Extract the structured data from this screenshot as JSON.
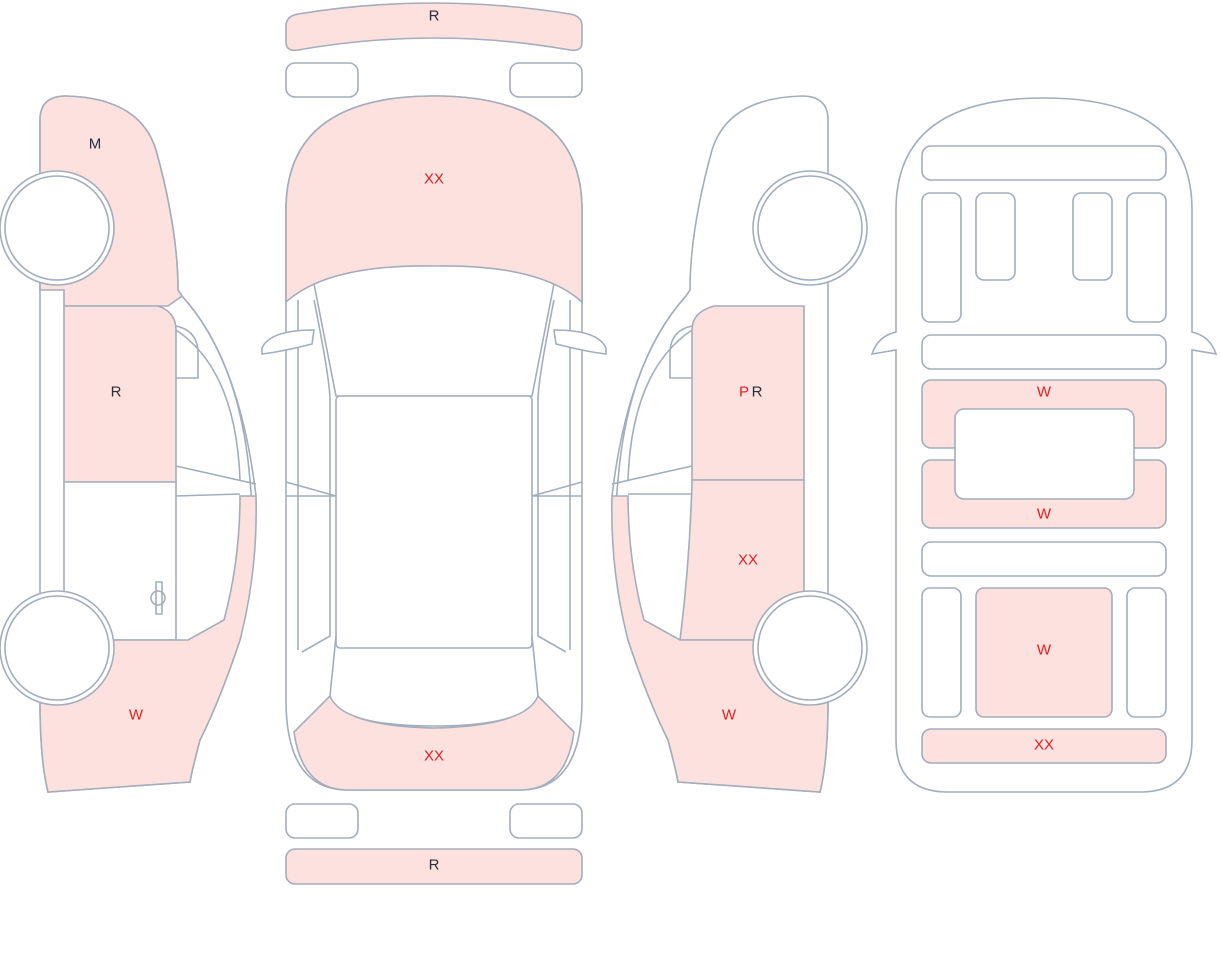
{
  "colors": {
    "outline": "#a3adbc",
    "damaged_fill": "#fde1de",
    "code_red": "#e02020",
    "code_dark": "#2a2f3a"
  },
  "front_bumper": {
    "code": "R"
  },
  "hood": {
    "code": "XX"
  },
  "trunk": {
    "code": "XX"
  },
  "rear_bumper": {
    "code": "R"
  },
  "left_side": {
    "front_fender": {
      "code": "M"
    },
    "front_door": {
      "code": "R"
    },
    "rear_quarter": {
      "code": "W"
    }
  },
  "right_side": {
    "front_door": {
      "code_red": "P",
      "code_dark": "R"
    },
    "rear_door": {
      "code": "XX"
    },
    "rear_quarter": {
      "code": "W"
    }
  },
  "underbody": {
    "floor_front": {
      "code": "W"
    },
    "floor_mid": {
      "code": "W"
    },
    "spare_well": {
      "code": "W"
    },
    "rear_member": {
      "code": "XX"
    }
  }
}
